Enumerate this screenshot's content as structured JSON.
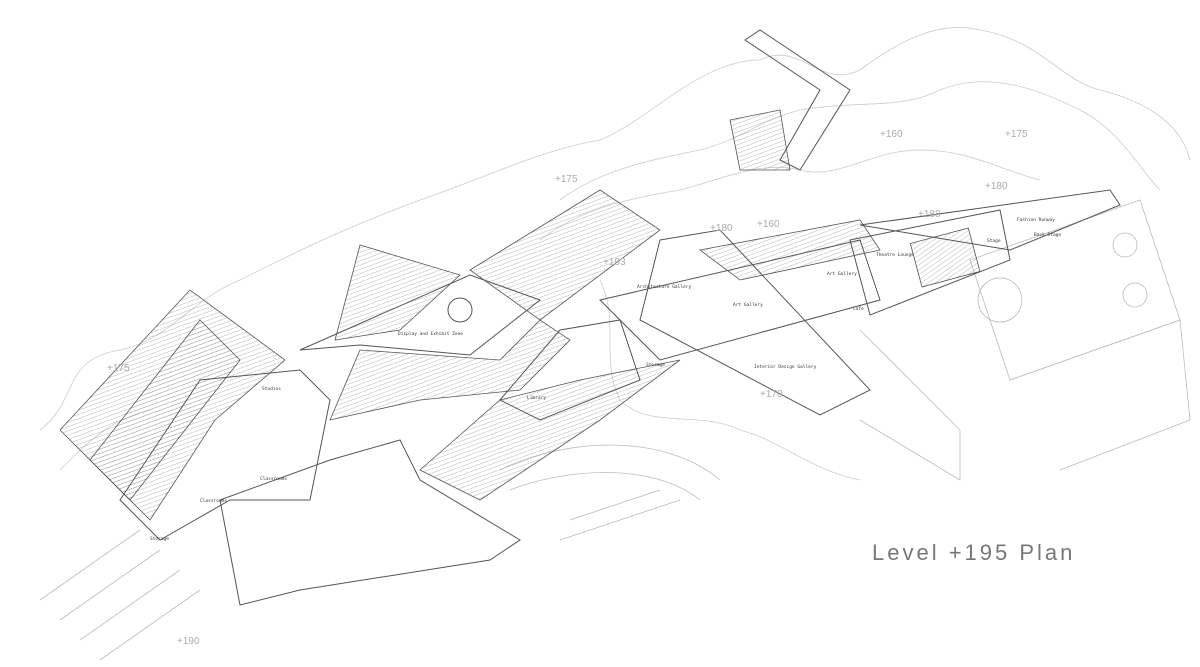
{
  "title": "Level +195 Plan",
  "rooms": {
    "display": "Display and Exhibit Zone",
    "studios": "Studios",
    "classrooms_a": "Classrooms",
    "classrooms_b": "Classrooms",
    "storage_a": "Storage",
    "library": "Library",
    "architecture_gallery": "Architecture Gallery",
    "art_gallery_a": "Art Gallery",
    "art_gallery_b": "Art Gallery",
    "storage_b": "Storage",
    "interior_design_gallery": "Interior Design Gallery",
    "theatre_lounge": "Theatre Lounge",
    "cafe": "Cafe",
    "stage": "Stage",
    "fashion_runway": "Fashion Runway",
    "back_stage": "Back Stage"
  },
  "elevations": [
    "+175",
    "+193",
    "+180",
    "+160",
    "+160",
    "+175",
    "+180",
    "+188",
    "+175",
    "+170",
    "+190"
  ]
}
